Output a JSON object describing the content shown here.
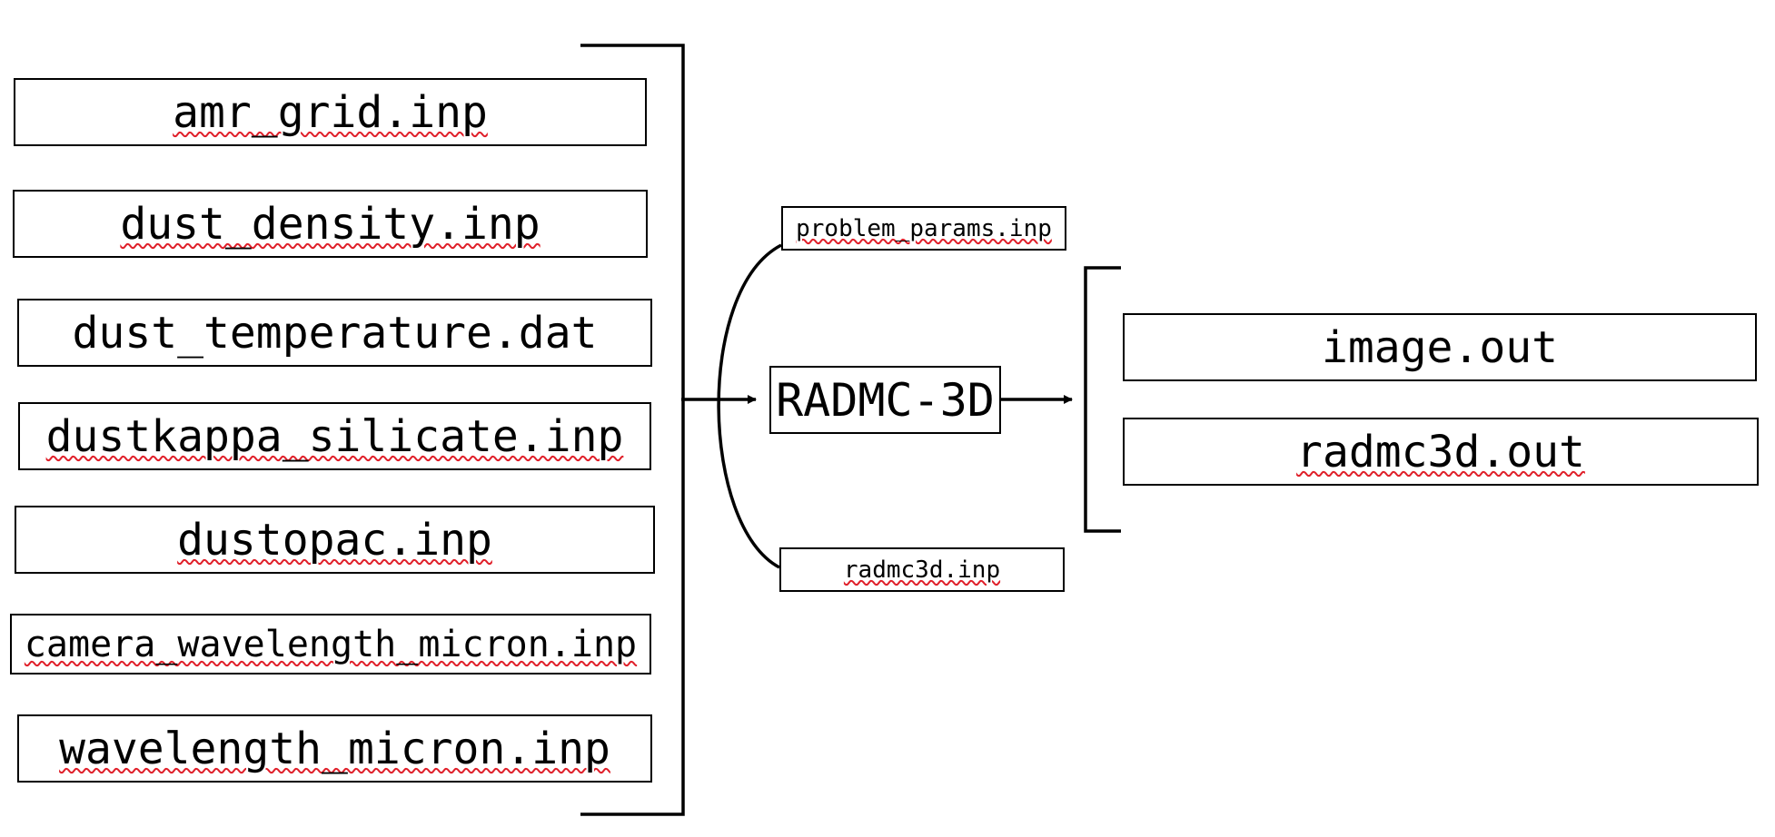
{
  "input_files": [
    {
      "label": "amr_grid.inp",
      "misspelled": true
    },
    {
      "label": "dust_density.inp",
      "misspelled": true
    },
    {
      "label": "dust_temperature.dat",
      "misspelled": false
    },
    {
      "label": "dustkappa_silicate.inp",
      "misspelled": true
    },
    {
      "label": "dustopac.inp",
      "misspelled": true
    },
    {
      "label": "camera_wavelength_micron.inp",
      "misspelled": true
    },
    {
      "label": "wavelength_micron.inp",
      "misspelled": true
    }
  ],
  "param_files": {
    "top": {
      "label": "problem_params.inp",
      "misspelled": true
    },
    "bottom": {
      "label": "radmc3d.inp",
      "misspelled": true
    }
  },
  "program": {
    "label": "RADMC-3D"
  },
  "output_files": [
    {
      "label": "image.out",
      "misspelled": false
    },
    {
      "label": "radmc3d.out",
      "misspelled": true
    }
  ],
  "colors": {
    "stroke": "#000000",
    "spellcheck_underline": "#e0202a"
  }
}
